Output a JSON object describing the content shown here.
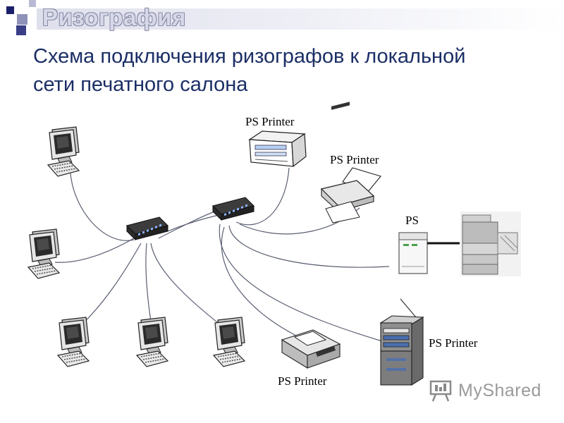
{
  "header": {
    "section_title": "Ризография"
  },
  "title": "Схема подключения ризографов к локальной сети печатного салона",
  "labels": {
    "printer_top": "PS Printer",
    "printer_right": "PS Printer",
    "ps_unit": "PS",
    "printer_copier": "PS Printer",
    "printer_bottom": "PS Printer"
  },
  "watermark": {
    "text": "MyShared"
  },
  "colors": {
    "title": "#1b2f66",
    "cable": "#5a5f72",
    "deco_dark": "#1b1f6b",
    "deco_light": "#8f92b8"
  },
  "icons": {
    "computer": "crt-computer-icon",
    "switch": "network-switch-icon",
    "laser_printer": "laser-printer-icon",
    "dotmatrix_printer": "dotmatrix-printer-icon",
    "ps_controller": "ps-controller-icon",
    "risograph": "risograph-icon",
    "copier": "copier-icon",
    "desktop_printer": "desktop-printer-icon",
    "watermark": "presentation-board-icon"
  }
}
